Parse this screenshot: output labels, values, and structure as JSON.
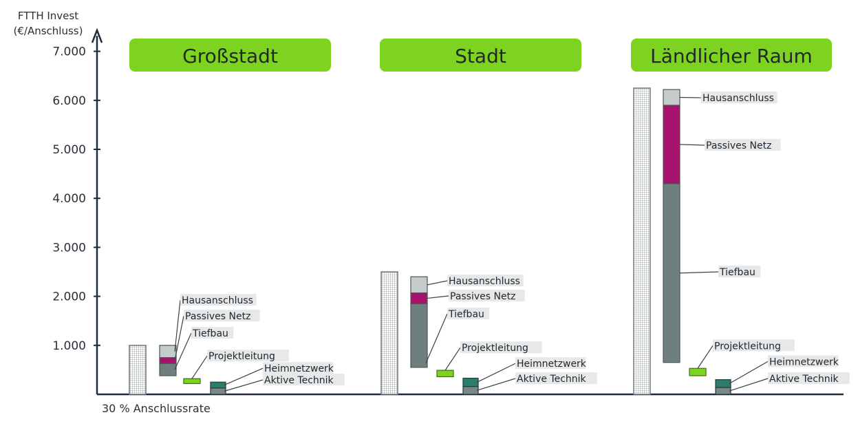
{
  "chart_data": {
    "type": "bar",
    "ylabel": "FTTH Invest (€/Anschluss)",
    "xlabel": "30 % Anschlussrate",
    "yticks": [
      1000,
      2000,
      3000,
      4000,
      5000,
      6000,
      7000
    ],
    "ytick_labels": [
      "1.000",
      "2.000",
      "3.000",
      "4.000",
      "5.000",
      "6.000",
      "7.000"
    ],
    "ylim": [
      0,
      7300
    ],
    "grid": false,
    "colors": {
      "total": "#d6d9d9",
      "hausanschluss": "#c3cccb",
      "passives_netz": "#a8126f",
      "tiefbau": "#6f7f7d",
      "projektleitung": "#7ed321",
      "heimnetzwerk": "#2d7d6c",
      "aktive_technik": "#7a8886",
      "group_header": "#7ed321"
    },
    "groups": [
      {
        "name": "Großstadt",
        "total": 1000,
        "base_stack": {
          "start": 380,
          "components": [
            {
              "name": "Tiefbau",
              "value": 250
            },
            {
              "name": "Passives Netz",
              "value": 120
            },
            {
              "name": "Hausanschluss",
              "value": 250
            }
          ]
        },
        "projektleitung": {
          "start": 220,
          "value": 100
        },
        "lower_stack": {
          "start": 0,
          "components": [
            {
              "name": "Aktive Technik",
              "value": 130
            },
            {
              "name": "Heimnetzwerk",
              "value": 120
            }
          ]
        }
      },
      {
        "name": "Stadt",
        "total": 2500,
        "base_stack": {
          "start": 550,
          "components": [
            {
              "name": "Tiefbau",
              "value": 1300
            },
            {
              "name": "Passives Netz",
              "value": 220
            },
            {
              "name": "Hausanschluss",
              "value": 330
            }
          ]
        },
        "projektleitung": {
          "start": 360,
          "value": 130
        },
        "lower_stack": {
          "start": 0,
          "components": [
            {
              "name": "Aktive Technik",
              "value": 160
            },
            {
              "name": "Heimnetzwerk",
              "value": 170
            }
          ]
        }
      },
      {
        "name": "Ländlicher Raum",
        "total": 6250,
        "base_stack": {
          "start": 650,
          "components": [
            {
              "name": "Tiefbau",
              "value": 3650
            },
            {
              "name": "Passives Netz",
              "value": 1600
            },
            {
              "name": "Hausanschluss",
              "value": 320
            }
          ]
        },
        "projektleitung": {
          "start": 380,
          "value": 150
        },
        "lower_stack": {
          "start": 0,
          "components": [
            {
              "name": "Aktive Technik",
              "value": 140
            },
            {
              "name": "Heimnetzwerk",
              "value": 160
            }
          ]
        }
      }
    ]
  }
}
